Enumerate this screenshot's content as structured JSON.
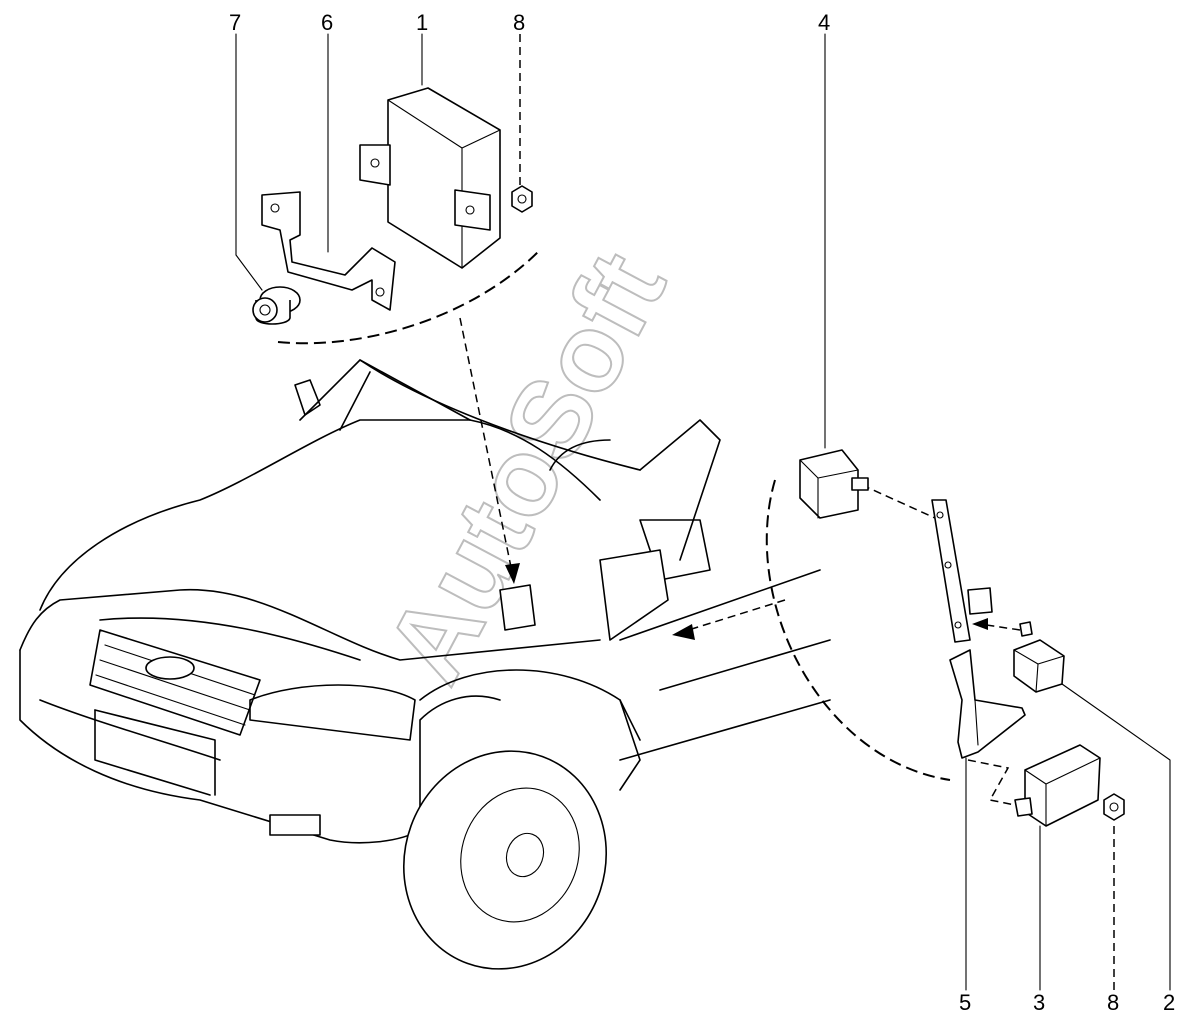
{
  "callouts": [
    {
      "id": "c1",
      "text": "1"
    },
    {
      "id": "c6",
      "text": "6"
    },
    {
      "id": "c7",
      "text": "7"
    },
    {
      "id": "c8a",
      "text": "8"
    },
    {
      "id": "c4",
      "text": "4"
    },
    {
      "id": "c5",
      "text": "5"
    },
    {
      "id": "c3",
      "text": "3"
    },
    {
      "id": "c8b",
      "text": "8"
    },
    {
      "id": "c2",
      "text": "2"
    }
  ],
  "watermark": "AutoSoft"
}
